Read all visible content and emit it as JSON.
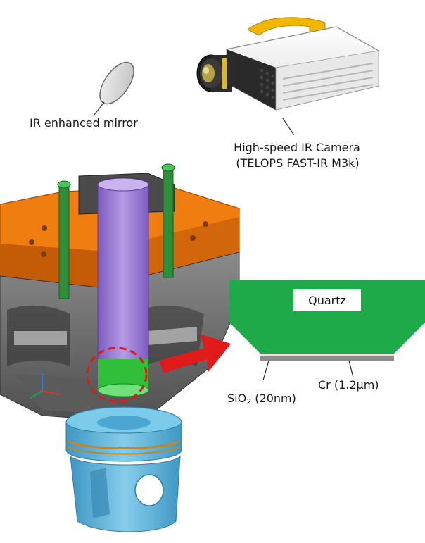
{
  "labels": {
    "mirror": "IR enhanced mirror",
    "camera_line1": "High-speed IR Camera",
    "camera_line2": "(TELOPS FAST-IR M3k)",
    "quartz": "Quartz",
    "sio2_prefix": "SiO",
    "sio2_sub": "2",
    "sio2_suffix": " (20nm)",
    "cr": "Cr (1.2μm)"
  },
  "colors": {
    "quartz_green": "#1faa4a",
    "cylinder_head_orange": "#f07d0f",
    "sleeve_purple": "#9b79d4",
    "bolt_green": "#2e8f3a",
    "arrow_red": "#e01b1b",
    "piston_blue": "#5fb5dc",
    "camera_handle_yellow": "#f2b705",
    "engine_gray": "#6e6e6e"
  },
  "icons": {
    "mirror": "mirror-disc-icon",
    "camera": "ir-camera-icon",
    "arrow": "red-arrow-icon"
  }
}
